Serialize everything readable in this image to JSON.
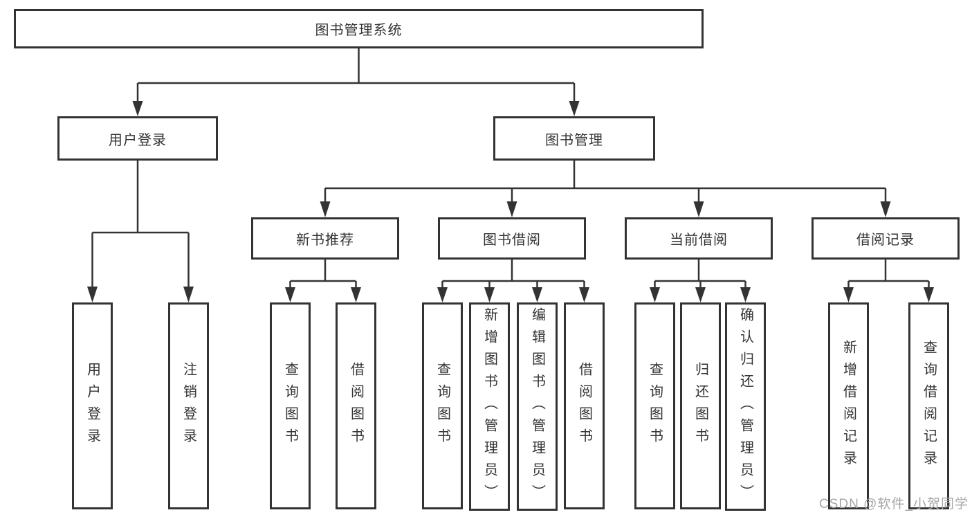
{
  "diagram": {
    "title": "图书管理系统",
    "branches": [
      {
        "label": "用户登录",
        "children": [
          "用户登录",
          "注销登录"
        ]
      },
      {
        "label": "图书管理",
        "sections": [
          {
            "label": "新书推荐",
            "children": [
              "查询图书",
              "借阅图书"
            ]
          },
          {
            "label": "图书借阅",
            "children": [
              "查询图书",
              "新增图书（管理员）",
              "编辑图书（管理员）",
              "借阅图书"
            ]
          },
          {
            "label": "当前借阅",
            "children": [
              "查询图书",
              "归还图书",
              "确认归还（管理员）"
            ]
          },
          {
            "label": "借阅记录",
            "children": [
              "新增借阅记录",
              "查询借阅记录"
            ]
          }
        ]
      }
    ]
  },
  "watermark": "CSDN @软件_小贺同学",
  "colors": {
    "line": "#333333",
    "box_border": "#333333",
    "text": "#333333",
    "watermark": "#a6a6a6"
  }
}
